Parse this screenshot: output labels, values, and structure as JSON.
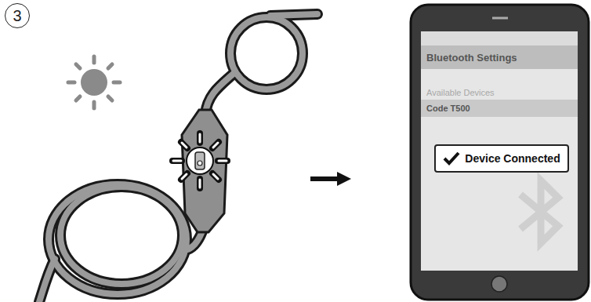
{
  "diagram": {
    "nodes": [
      {
        "text": [
          "3"
        ]
      },
      {
        "text": [
          "Bluetooth Settings"
        ]
      },
      {
        "text": [
          "Code T500"
        ]
      },
      {
        "text": [
          "Device Connected"
        ]
      }
    ],
    "labels": [
      "Available Devices"
    ]
  }
}
